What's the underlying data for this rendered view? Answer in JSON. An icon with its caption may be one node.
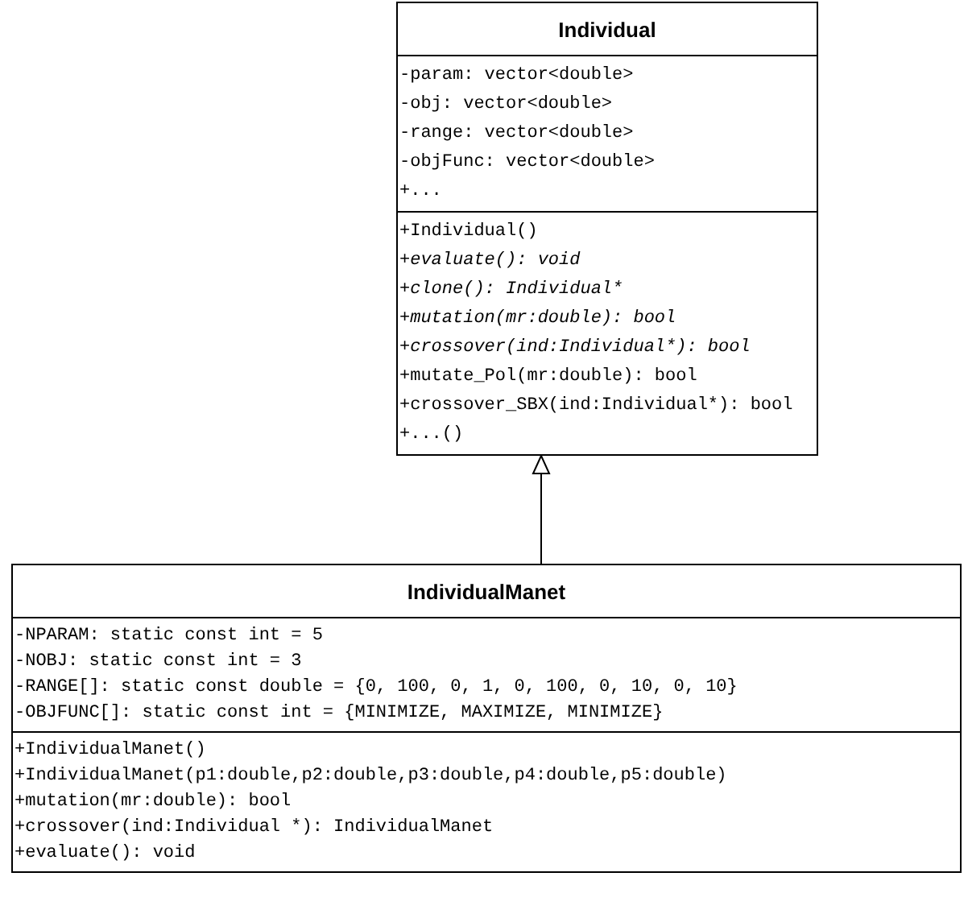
{
  "diagram": {
    "nodes": [
      {
        "text": [
          "Individual"
        ]
      },
      {
        "text": [
          "-param: vector<double>",
          "-obj: vector<double>",
          "-range: vector<double>",
          "-objFunc: vector<double>",
          "+..."
        ],
        "in": 0
      },
      {
        "text": [
          "+Individual()",
          "+evaluate(): void",
          "+clone(): Individual*",
          "+mutation(mr:double): bool",
          "+crossover(ind:Individual*): bool",
          "+mutate_Pol(mr:double): bool",
          "+crossover_SBX(ind:Individual*): bool",
          "+...()"
        ],
        "in": 0
      },
      {
        "text": [
          "IndividualManet"
        ]
      },
      {
        "text": [
          "-NPARAM: static const int = 5",
          "-NOBJ: static const int = 3",
          "-RANGE[]: static const double = {0, 100, 0, 1, 0, 100, 0, 10, 0, 10}",
          "-OBJFUNC[]: static const int = {MINIMIZE, MAXIMIZE, MINIMIZE}"
        ],
        "in": 3
      },
      {
        "text": [
          "+IndividualManet()",
          "+IndividualManet(p1:double,p2:double,p3:double,p4:double,p5:double)",
          "+mutation(mr:double): bool",
          "+crossover(ind:Individual *): IndividualManet",
          "+evaluate(): void"
        ],
        "in": 3
      }
    ],
    "edges": [
      {
        "from": 3,
        "to": 0,
        "arrow": "to"
      }
    ]
  }
}
